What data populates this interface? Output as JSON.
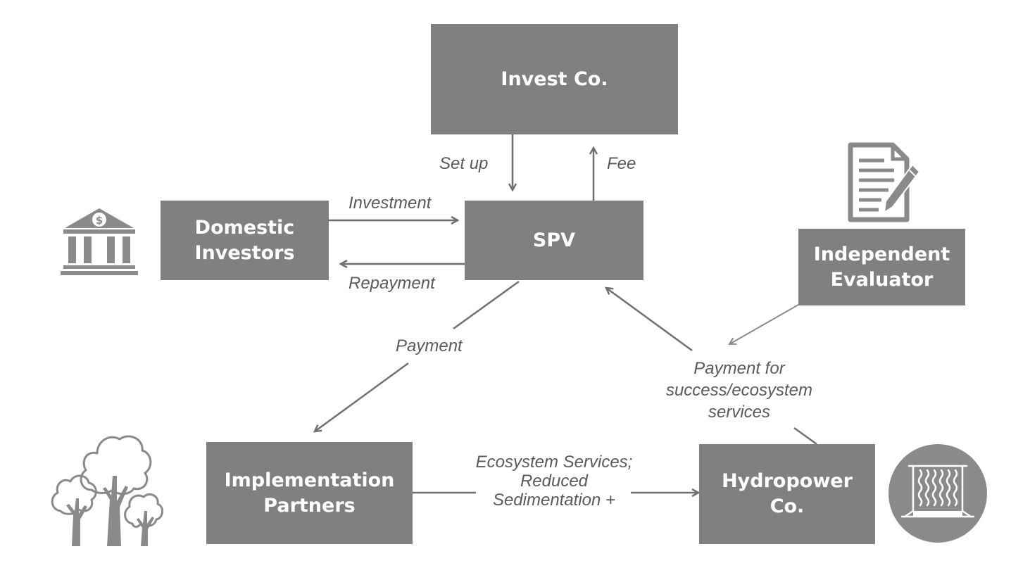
{
  "colors": {
    "box": "#808080",
    "arrow": "#707070",
    "label": "#5a5a5a",
    "icon": "#8a8a8a"
  },
  "nodes": {
    "invest_co": {
      "line1": "Invest Co."
    },
    "spv": {
      "line1": "SPV"
    },
    "domestic_investors": {
      "line1": "Domestic",
      "line2": "Investors"
    },
    "independent_evaluator": {
      "line1": "Independent",
      "line2": "Evaluator"
    },
    "implementation_partners": {
      "line1": "Implementation",
      "line2": "Partners"
    },
    "hydropower_co": {
      "line1": "Hydropower",
      "line2": "Co."
    }
  },
  "edges": {
    "set_up": "Set up",
    "fee": "Fee",
    "investment": "Investment",
    "repayment": "Repayment",
    "payment": "Payment",
    "payment_for_success": {
      "line1": "Payment for",
      "line2": "success/ecosystem",
      "line3": "services"
    },
    "ecosystem_services": {
      "line1": "Ecosystem Services;",
      "line2": "Reduced",
      "line3": "Sedimentation +"
    }
  },
  "icons": [
    "bank-icon",
    "document-pen-icon",
    "trees-icon",
    "dam-icon"
  ]
}
